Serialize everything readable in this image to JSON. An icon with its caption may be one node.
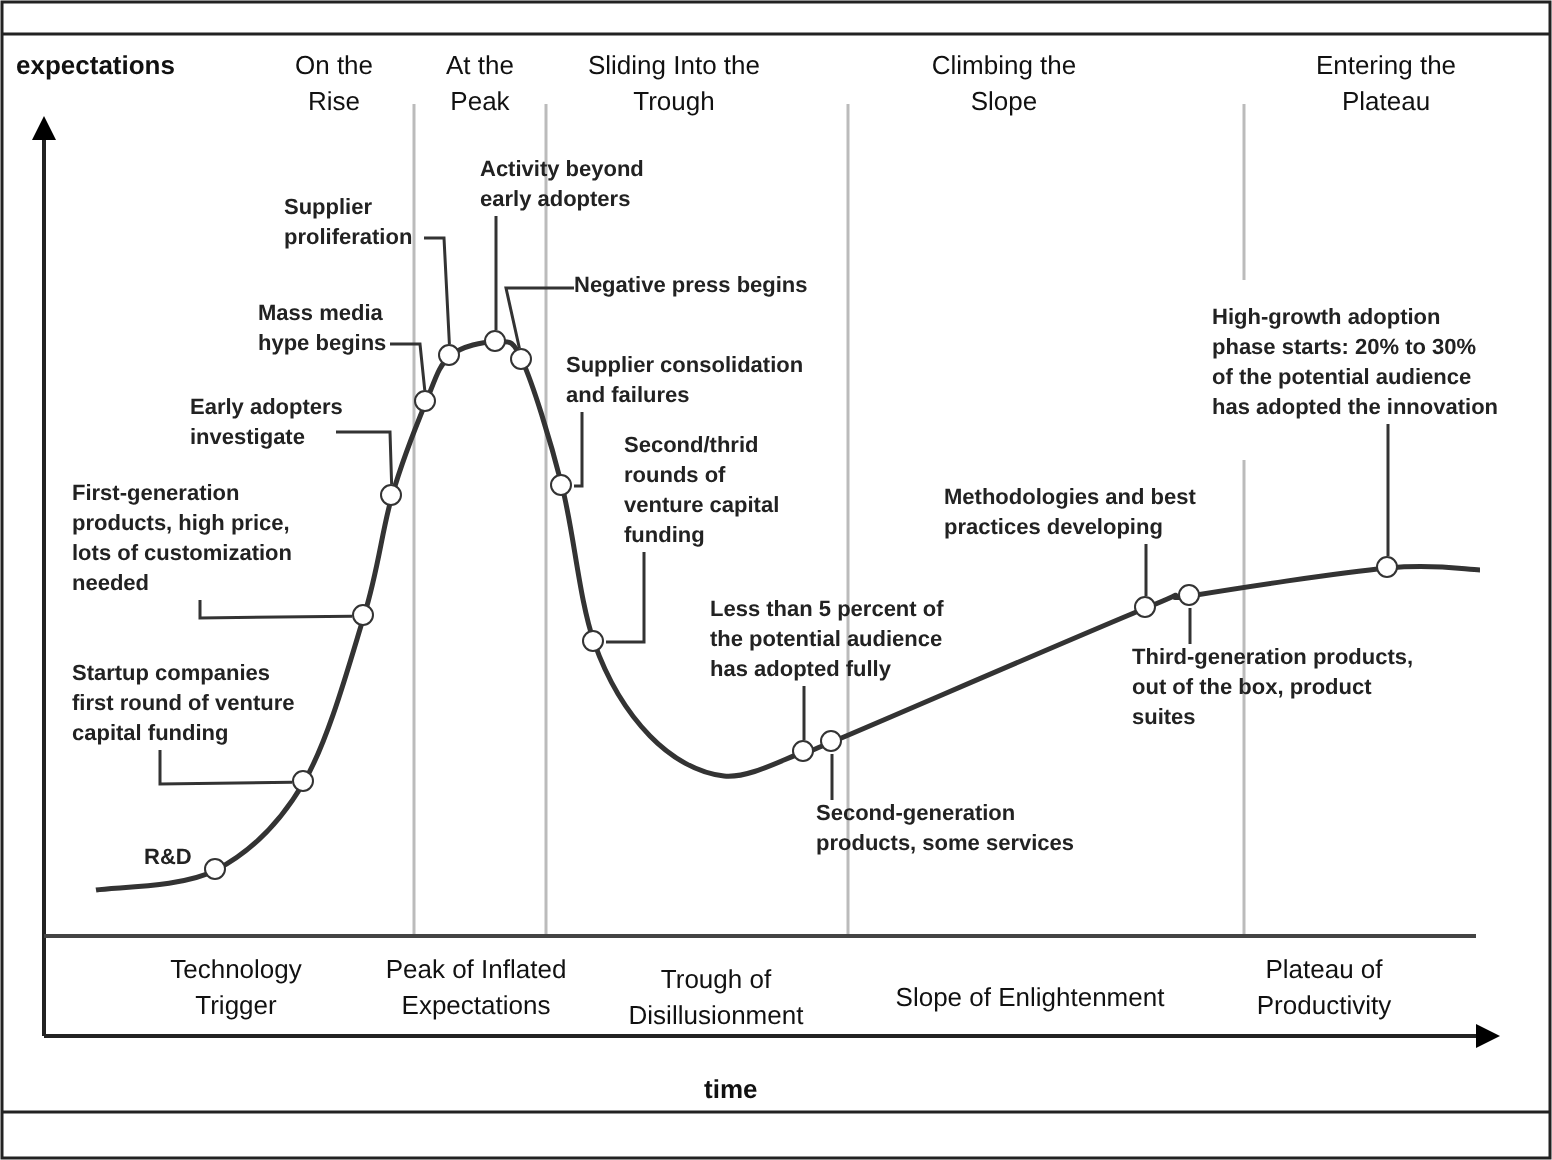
{
  "diagram": {
    "nodes": [
      {
        "text": [
          "Startup companies first round of venture capital funding"
        ]
      },
      {
        "text": [
          "First-generation products, high price, lots of customization needed"
        ]
      },
      {
        "text": [
          "Early adopters investigate"
        ]
      },
      {
        "text": [
          "Mass media hype begins"
        ]
      },
      {
        "text": [
          "Supplier proliferation"
        ]
      },
      {
        "text": [
          "Activity beyond early adopters"
        ]
      },
      {
        "text": [
          "Negative press begins"
        ]
      },
      {
        "text": [
          "Supplier consolidation and failures"
        ]
      },
      {
        "text": [
          "Second/thrid rounds of venture capital funding"
        ]
      },
      {
        "text": [
          "Less than 5 percent of the potential audience has adopted fully"
        ]
      },
      {
        "text": [
          "Second-generation products, some services"
        ]
      },
      {
        "text": [
          "Methodologies and best practices developing"
        ]
      },
      {
        "text": [
          "Third-generation products, out of the box, product suites"
        ]
      },
      {
        "text": [
          "High-growth adoption phase starts: 20% to 30% of the potential audience has adopted the innovation"
        ]
      },
      {
        "text": [],
        "shape": "circle",
        "beside": [
          "R&D"
        ]
      },
      {
        "text": [],
        "shape": "circle"
      },
      {
        "text": [],
        "shape": "circle"
      },
      {
        "text": [],
        "shape": "circle"
      },
      {
        "text": [],
        "shape": "circle"
      },
      {
        "text": [],
        "shape": "circle"
      },
      {
        "text": [],
        "shape": "circle"
      },
      {
        "text": [],
        "shape": "circle"
      },
      {
        "text": [],
        "shape": "circle"
      },
      {
        "text": [],
        "shape": "circle"
      },
      {
        "text": [],
        "shape": "circle"
      },
      {
        "text": [],
        "shape": "circle"
      },
      {
        "text": [],
        "shape": "circle"
      },
      {
        "text": [],
        "shape": "circle"
      },
      {
        "text": [],
        "shape": "circle"
      }
    ],
    "edges": [
      {
        "from": 0,
        "to": 15,
        "arrow": "none"
      },
      {
        "from": 1,
        "to": 16,
        "arrow": "none"
      },
      {
        "from": 2,
        "to": 17,
        "arrow": "none"
      },
      {
        "from": 3,
        "to": 18,
        "arrow": "none"
      },
      {
        "from": 4,
        "to": 19,
        "arrow": "none"
      },
      {
        "from": 5,
        "to": 20,
        "arrow": "none"
      },
      {
        "from": 6,
        "to": 21,
        "arrow": "none"
      },
      {
        "from": 7,
        "to": 22,
        "arrow": "none"
      },
      {
        "from": 8,
        "to": 23,
        "arrow": "none"
      },
      {
        "from": 9,
        "to": 24,
        "arrow": "none"
      },
      {
        "from": 10,
        "to": 25,
        "arrow": "none"
      },
      {
        "from": 11,
        "to": 26,
        "arrow": "none"
      },
      {
        "from": 12,
        "to": 27,
        "arrow": "none"
      },
      {
        "from": 13,
        "to": 28,
        "arrow": "none"
      }
    ],
    "labels": [
      "expectations",
      "On the Rise",
      "At the Peak",
      "Sliding Into the Trough",
      "Climbing the Slope",
      "Entering the Plateau",
      "Technology Trigger",
      "Peak of Inflated Expectations",
      "Trough of Disillusionment",
      "Slope of Enlightenment",
      "Plateau of Productivity",
      "time"
    ]
  }
}
